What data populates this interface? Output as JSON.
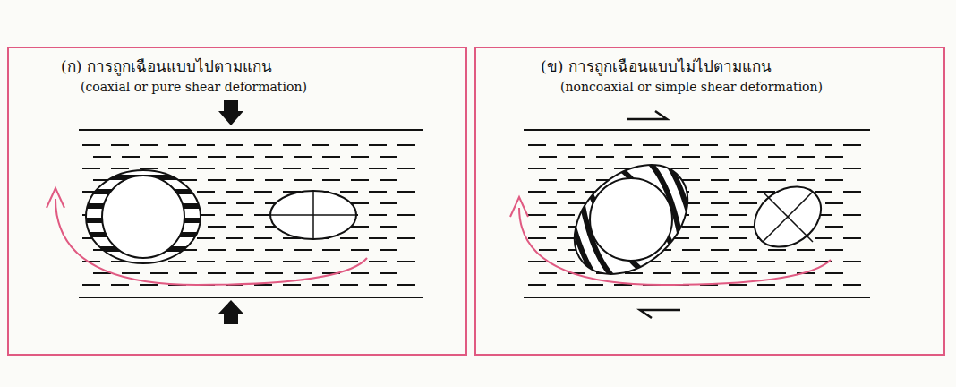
{
  "diagram": {
    "nodes": [
      {
        "text": [
          "(ก) การถูกเฉือนแบบไปตามแกน",
          "(coaxial or pure shear deformation)"
        ]
      },
      {
        "text": [
          "(ข) การถูกเฉือนแบบไม่ไปตามแกน",
          "(noncoaxial or simple shear deformation)"
        ]
      }
    ]
  }
}
